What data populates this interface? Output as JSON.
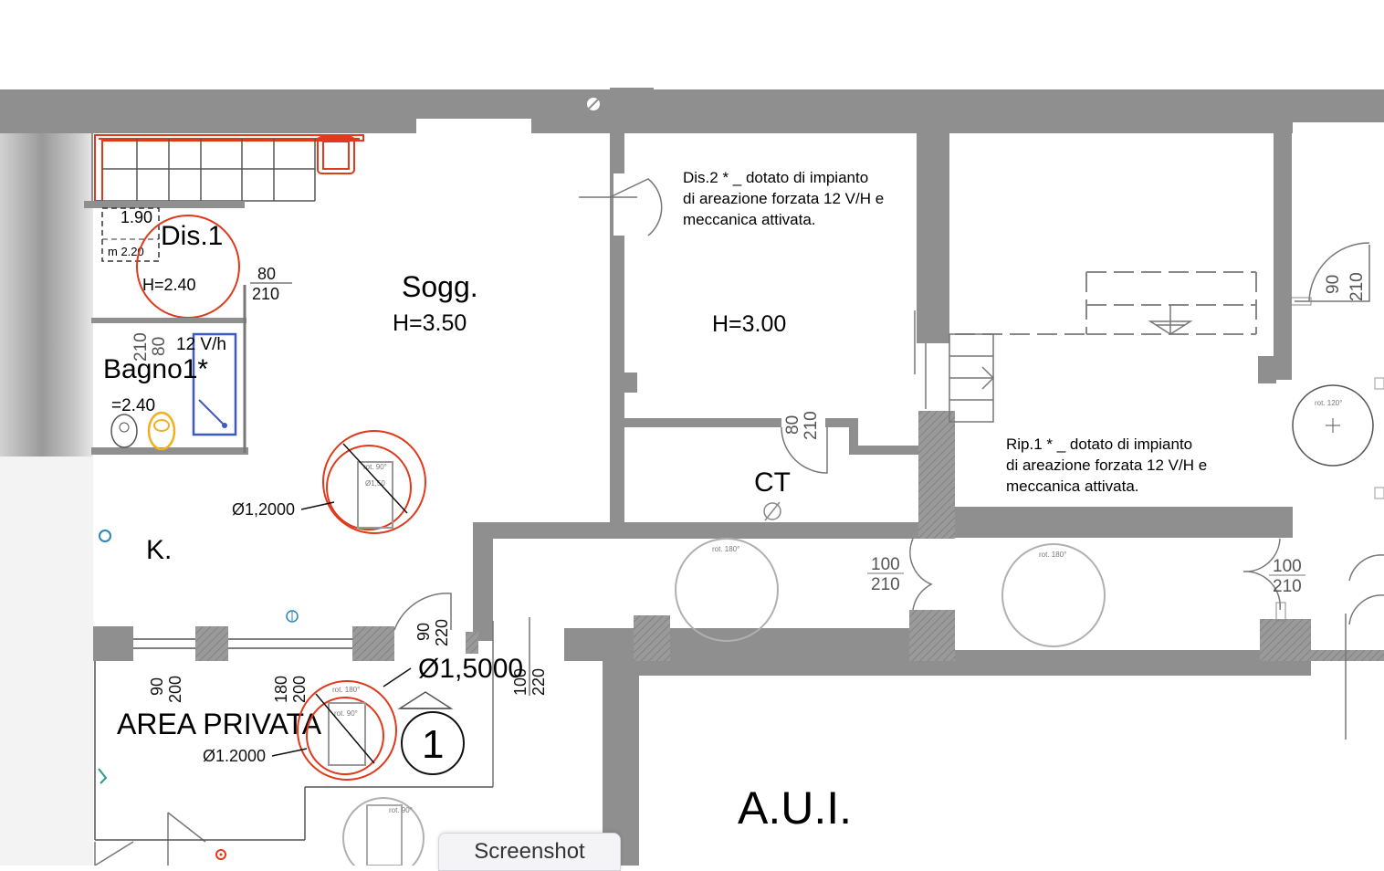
{
  "rooms": {
    "dis1": {
      "name": "Dis.1",
      "height": "H=2.40",
      "dim_a": "1.90",
      "dim_b": "m 2.20"
    },
    "sogg": {
      "name": "Sogg.",
      "height": "H=3.50"
    },
    "bagno1": {
      "name": "Bagno1*",
      "height": "=2.40",
      "vent": "12 V/h"
    },
    "dis2": {
      "height": "H=3.00",
      "note_line1": "Dis.2 * _ dotato di impianto",
      "note_line2": "di areazione forzata 12 V/H e",
      "note_line3": "meccanica attivata."
    },
    "ct": {
      "name": "CT"
    },
    "k": {
      "name": "K."
    },
    "rip1": {
      "note_line1": "Rip.1 * _ dotato di impianto",
      "note_line2": "di areazione forzata 12 V/H e",
      "note_line3": "meccanica attivata."
    },
    "area_privata": {
      "name": "AREA PRIVATA"
    },
    "aui": {
      "name": "A.U.I."
    }
  },
  "doors": {
    "d1": {
      "w": "80",
      "h": "210"
    },
    "d2": {
      "w": "80",
      "h": "210"
    },
    "d3": {
      "w": "80",
      "h": "210"
    },
    "d4": {
      "w": "90",
      "h": "220"
    },
    "d5": {
      "w": "90",
      "h": "200"
    },
    "d6": {
      "w": "180",
      "h": "200"
    },
    "d7": {
      "w": "100",
      "h": "220"
    },
    "d8": {
      "w": "100",
      "h": "210"
    },
    "d9": {
      "w": "100",
      "h": "210"
    },
    "d10": {
      "w": "90",
      "h": "210"
    }
  },
  "turning_circles": {
    "c1": {
      "label": "Ø1,2000",
      "rot_a": "rot. 90°",
      "inner": "Ø1,50"
    },
    "c2": {
      "label": "Ø1,5000",
      "rot_a": "rot. 180°"
    },
    "c3": {
      "label": "Ø1.2000",
      "rot_a": "rot. 90°"
    },
    "c4": {
      "rot_a": "rot. 180°"
    },
    "c5": {
      "rot_a": "rot. 180°"
    },
    "c6": {
      "rot_a": "rot. 120°"
    },
    "c7": {
      "rot_a": "rot. 90°"
    }
  },
  "marker": {
    "number": "1"
  },
  "overlay": {
    "screenshot_label": "Screenshot"
  },
  "colors": {
    "wall": "#8f8f8f",
    "accessibility": "#e0391b",
    "shower": "#3f58c8",
    "wc": "#f0b020"
  }
}
